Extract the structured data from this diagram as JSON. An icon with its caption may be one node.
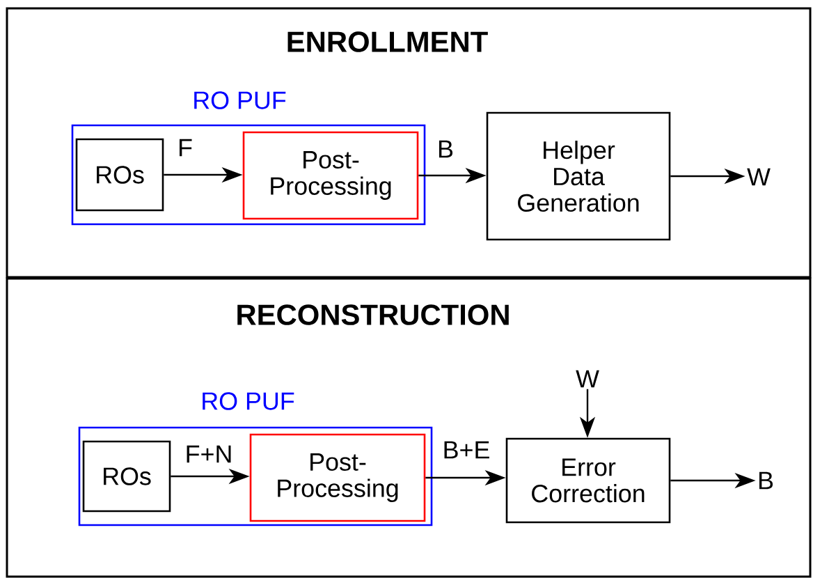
{
  "diagram": {
    "nodes": [
      {
        "text": [
          "ENROLLMENT"
        ]
      },
      {
        "text": [
          "RO PUF"
        ],
        "in": 0
      },
      {
        "text": [
          "ROs"
        ],
        "in": 1
      },
      {
        "text": [
          "Post-Processing"
        ],
        "in": 1
      },
      {
        "text": [
          "Helper Data Generation"
        ],
        "in": 0
      },
      {
        "text": [
          "W"
        ],
        "in": 0
      },
      {
        "text": [
          "RECONSTRUCTION"
        ]
      },
      {
        "text": [
          "RO PUF"
        ],
        "in": 6
      },
      {
        "text": [
          "ROs"
        ],
        "in": 7
      },
      {
        "text": [
          "Post-Processing"
        ],
        "in": 7
      },
      {
        "text": [
          "Error Correction"
        ],
        "in": 6
      },
      {
        "text": [
          "W"
        ],
        "in": 6
      },
      {
        "text": [
          "B"
        ],
        "in": 6
      }
    ],
    "edges": [
      {
        "from": 2,
        "to": 3,
        "arrow": "to",
        "label": "F"
      },
      {
        "from": 3,
        "to": 4,
        "arrow": "to",
        "label": "B"
      },
      {
        "from": 4,
        "to": 5,
        "arrow": "to"
      },
      {
        "from": 8,
        "to": 9,
        "arrow": "to",
        "label": "F+N"
      },
      {
        "from": 9,
        "to": 10,
        "arrow": "to",
        "label": "B+E"
      },
      {
        "from": 11,
        "to": 10,
        "arrow": "to"
      },
      {
        "from": 10,
        "to": 12,
        "arrow": "to"
      }
    ]
  }
}
